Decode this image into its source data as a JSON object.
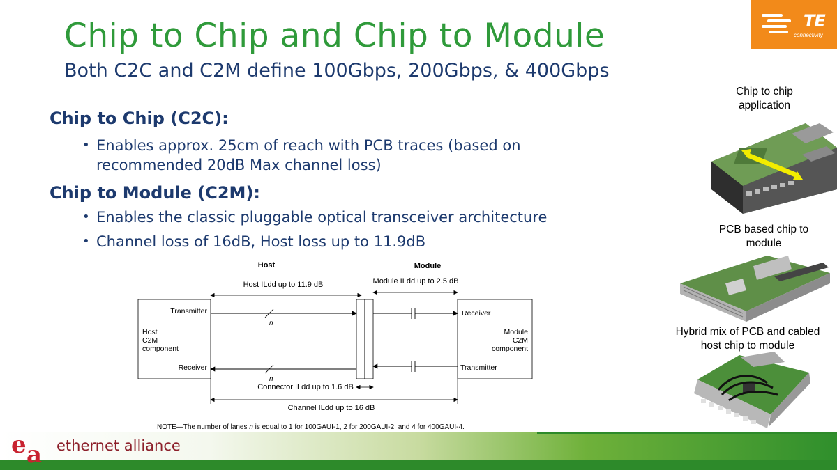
{
  "slide": {
    "title": "Chip to Chip and Chip to Module",
    "subtitle": "Both C2C and C2M define 100Gbps, 200Gbps, & 400Gbps"
  },
  "brand": {
    "te_logo": "TE",
    "te_sub": "connectivity",
    "footer_name": "ethernet alliance",
    "accent_green": "#2f9a3a",
    "navy": "#1d3a6e",
    "te_orange": "#f28a1a"
  },
  "sections": [
    {
      "heading": "Chip to Chip (C2C):",
      "bullets": [
        "Enables approx. 25cm of reach with PCB traces (based on recommended 20dB Max channel loss)"
      ]
    },
    {
      "heading": "Chip to Module (C2M):",
      "bullets": [
        "Enables the classic pluggable optical transceiver architecture",
        "Channel loss of 16dB, Host loss up to 11.9dB"
      ]
    }
  ],
  "side_images": [
    {
      "caption": "Chip to chip application",
      "icon": "switch-board-photo"
    },
    {
      "caption": "PCB based chip to module",
      "icon": "pcb-linecard-photo"
    },
    {
      "caption": "Hybrid mix of PCB and cabled host chip to module",
      "icon": "cabled-linecard-photo"
    }
  ],
  "diagram": {
    "host_label": "Host",
    "module_label": "Module",
    "host_ildd": "Host ILdd up to 11.9 dB",
    "module_ildd": "Module ILdd up to 2.5 dB",
    "transmitter_left": "Transmitter",
    "receiver_left": "Receiver",
    "receiver_right": "Receiver",
    "transmitter_right": "Transmitter",
    "host_box_line1": "Host",
    "host_box_line2": "C2M",
    "host_box_line3": "component",
    "module_box_line1": "Module",
    "module_box_line2": "C2M",
    "module_box_line3": "component",
    "lane_symbol": "n",
    "connector_ildd": "Connector ILdd up to 1.6 dB",
    "channel_ildd": "Channel ILdd up to 16 dB",
    "note_prefix": "NOTE—The number of lanes ",
    "note_var": "n",
    "note_suffix": " is equal to 1 for 100GAUI-1, 2 for 200GAUI-2, and 4 for 400GAUI-4."
  }
}
